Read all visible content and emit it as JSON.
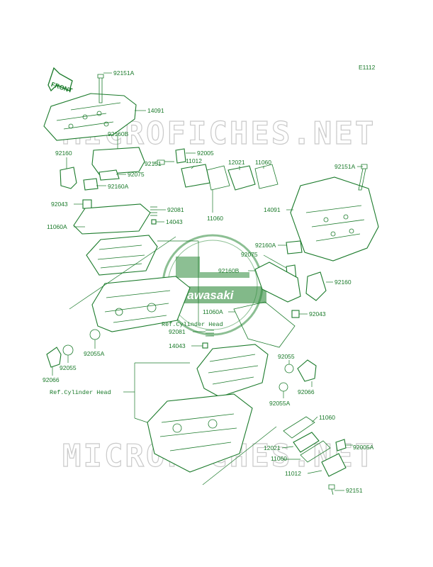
{
  "diagram_code": "E1112",
  "front_label": "FRONT",
  "watermark": {
    "text": "MICROFICHES.NET"
  },
  "logo": {
    "text": "Kawasaki",
    "color": "#2e8b3a"
  },
  "colors": {
    "line": "#1a7a2a",
    "watermark": "#c9c9c9",
    "background": "#ffffff"
  },
  "labels": {
    "l92151A_top": "92151A",
    "l14091_top": "14091",
    "l92160B_top": "92160B",
    "l92160_left": "92160",
    "l92075_left": "92075",
    "l92160A_left": "92160A",
    "l92151_mid": "92151",
    "l92005": "92005",
    "l11012_top": "11012",
    "l12021_top": "12021",
    "l11060_top": "11060",
    "l92151A_right": "92151A",
    "l92043_left": "92043",
    "l92081_left": "92081",
    "l11060A_left": "11060A",
    "l14043_left": "14043",
    "l11060_mid": "11060",
    "l14091_right": "14091",
    "l92160A_right": "92160A",
    "l92075_right": "92075",
    "l92160B_right": "92160B",
    "l92160_right": "92160",
    "l11060A_right": "11060A",
    "l92043_right": "92043",
    "ref_cyl_head_1": "Ref.Cylinder Head",
    "l92081_right": "92081",
    "l14043_right": "14043",
    "l92055A_left": "92055A",
    "l92055_left": "92055",
    "l92066_left": "92066",
    "l92055_right": "92055",
    "l92066_right": "92066",
    "ref_cyl_head_2": "Ref.Cylinder Head",
    "l92055A_right": "92055A",
    "l11060_bottom": "11060",
    "l12021_bottom": "12021",
    "l92005A": "92005A",
    "l11060_bottom2": "11060",
    "l11012_bottom": "11012",
    "l92151_bottom": "92151"
  }
}
